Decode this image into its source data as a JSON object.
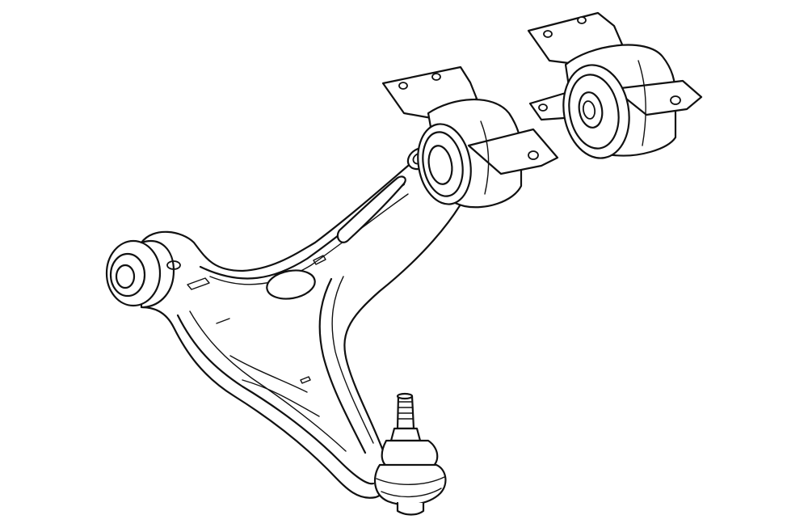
{
  "diagram": {
    "parts": [
      {
        "id": "control-arm",
        "icon": "control-arm-icon"
      },
      {
        "id": "front-bushing",
        "icon": "bushing-icon"
      },
      {
        "id": "rear-bushing",
        "icon": "bushing-icon"
      },
      {
        "id": "ball-joint",
        "icon": "ball-joint-icon"
      }
    ],
    "colors": {
      "line": "#111111",
      "background": "#ffffff"
    }
  }
}
